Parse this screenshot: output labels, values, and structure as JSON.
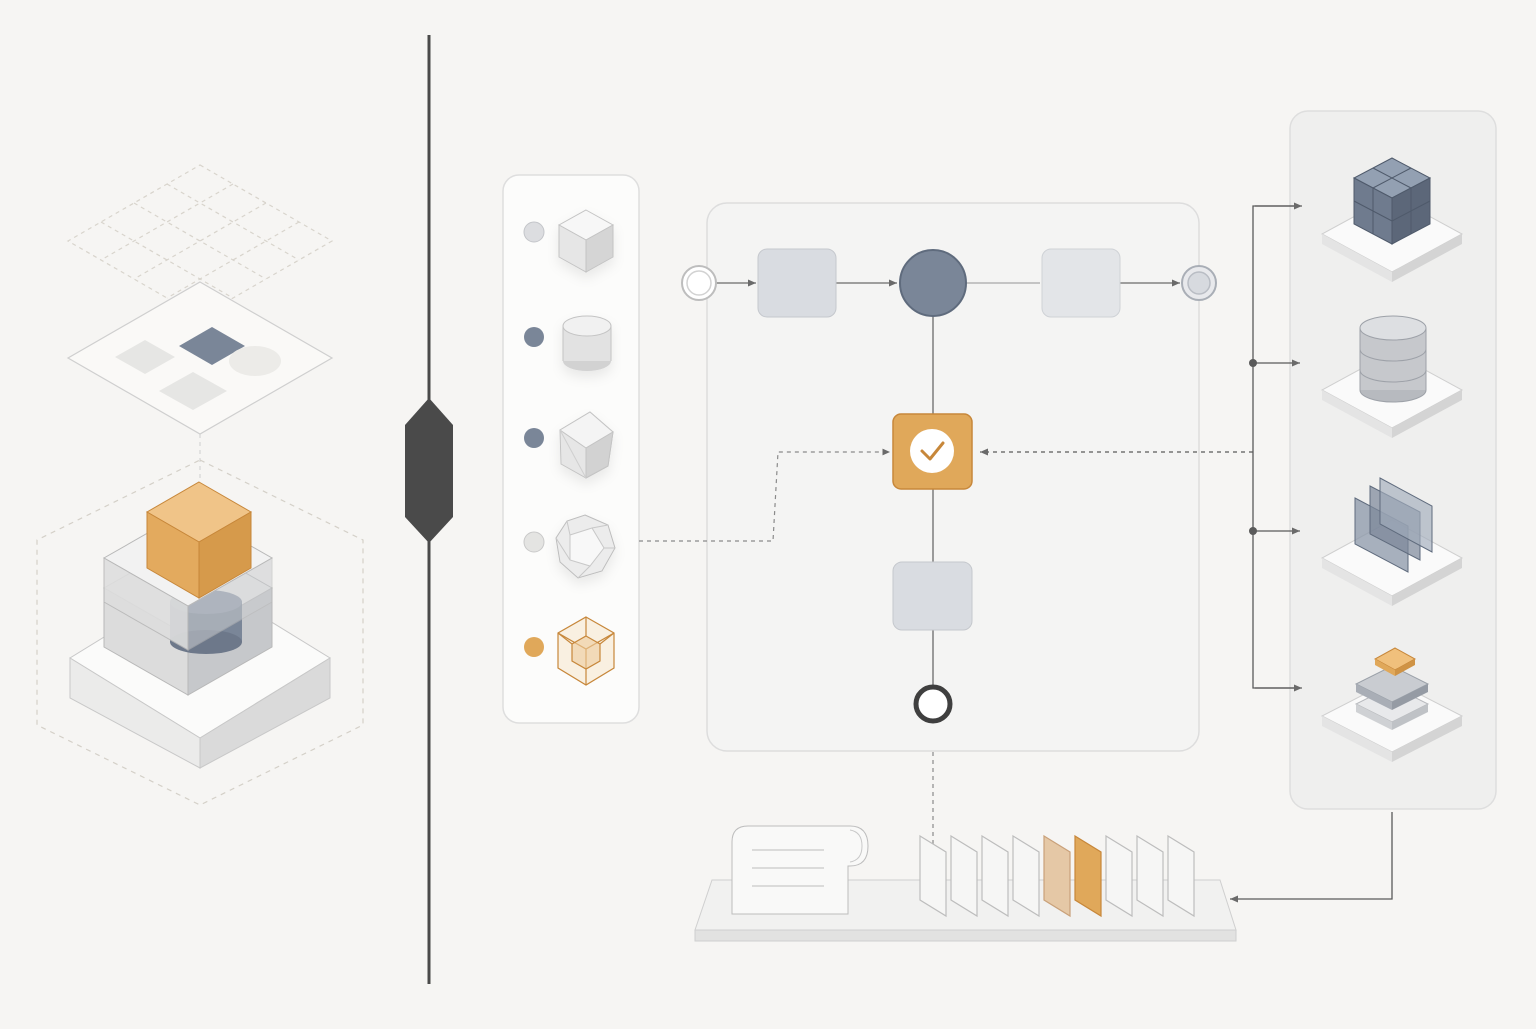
{
  "colors": {
    "background": "#f6f5f3",
    "slate": "#7a8698",
    "slate_dark": "#5f6b7d",
    "amber": "#e0a85a",
    "amber_dark": "#c7873a",
    "light_gray": "#e3e5e8",
    "mid_gray": "#b9bdc4",
    "line": "#6a6a6a",
    "panel_border": "#dcdcdc",
    "divider": "#4a4a4a"
  },
  "left_illustration": {
    "layers": [
      "grid-plane-icon",
      "components-plane-icon",
      "stacked-blocks-icon"
    ]
  },
  "divider": {
    "handle": "diamond-slider-handle-icon"
  },
  "shape_palette": {
    "items": [
      {
        "dot": "light_gray",
        "shape": "cube-icon"
      },
      {
        "dot": "slate",
        "shape": "cylinder-icon"
      },
      {
        "dot": "slate",
        "shape": "faceted-prism-icon"
      },
      {
        "dot": "light_gray",
        "shape": "polyhedron-icon"
      },
      {
        "dot": "amber",
        "shape": "wireframe-cube-icon"
      }
    ]
  },
  "workflow": {
    "nodes": [
      "start-node",
      "process-node-1",
      "hub-node",
      "process-node-2",
      "end-node-right",
      "approval-node",
      "process-node-3",
      "end-node-bottom"
    ],
    "approval_icon": "checkmark-icon"
  },
  "resource_panel": {
    "items": [
      "cube-cluster-icon",
      "database-stack-icon",
      "glass-panels-icon",
      "layered-tiles-icon"
    ]
  },
  "archive": {
    "items": [
      "document-scroll-icon",
      "card-file-stack-icon"
    ],
    "cards": [
      "light",
      "light",
      "light",
      "light",
      "tan",
      "amber",
      "light",
      "light",
      "light"
    ]
  }
}
